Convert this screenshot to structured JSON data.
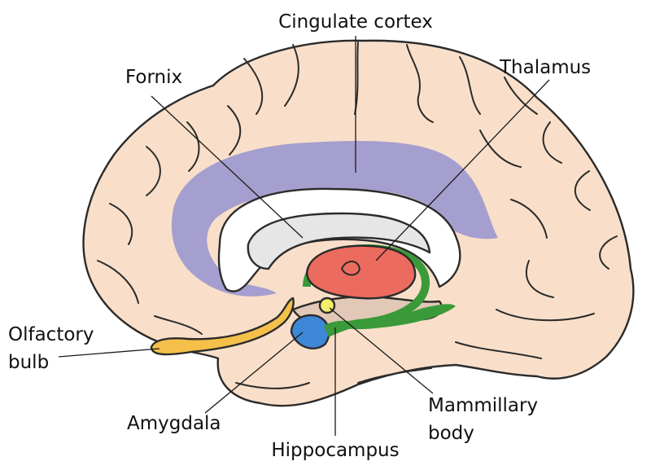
{
  "labels": {
    "cingulate": "Cingulate cortex",
    "fornix": "Fornix",
    "thalamus": "Thalamus",
    "olfactory_line1": "Olfactory",
    "olfactory_line2": "bulb",
    "amygdala": "Amygdala",
    "mammillary_line1": "Mammillary",
    "mammillary_line2": "body",
    "hippocampus": "Hippocampus"
  },
  "colors": {
    "cortex": "#f9dfc9",
    "cingulate": "#a59fcf",
    "thalamus": "#ec6b5f",
    "fornix": "#3a9a3a",
    "amygdala": "#3e86d6",
    "olfactory": "#f4c04a",
    "mammillary": "#f3ef6a",
    "brainstem": "#e2c8b6",
    "ventricle": "#e6e6e6",
    "outline": "#2b2b2b"
  }
}
